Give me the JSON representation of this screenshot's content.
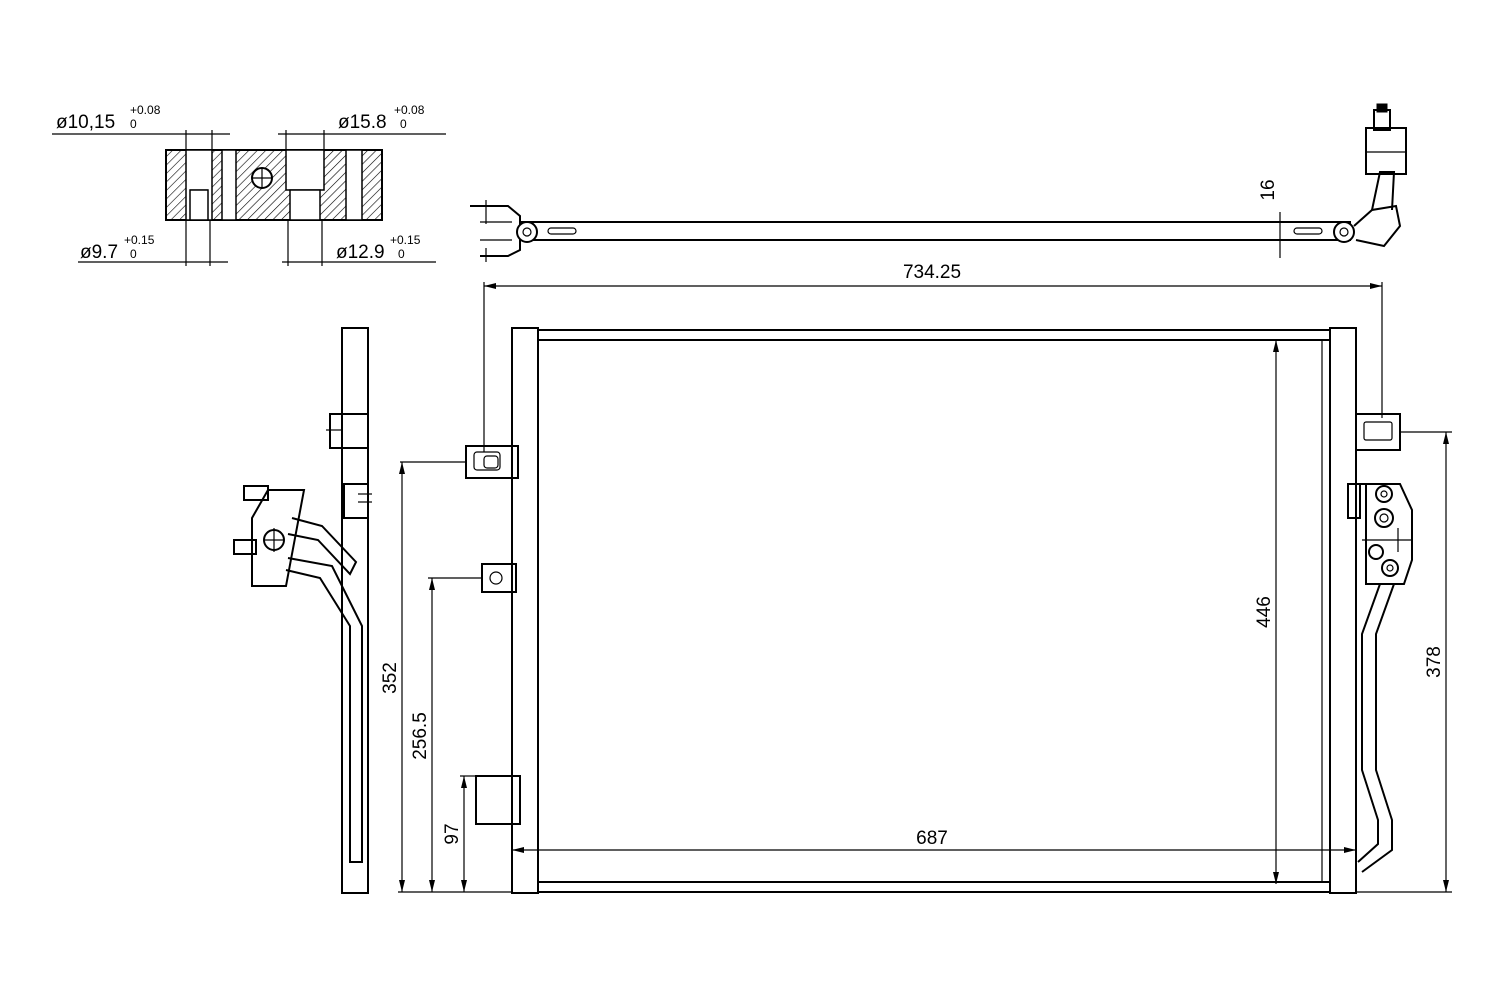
{
  "dimensions": {
    "overall_width": "734.25",
    "core_width": "687",
    "core_height": "446",
    "right_mount_height": "378",
    "thickness": "16",
    "left_mount_upper": "352",
    "left_mount_middle": "256.5",
    "left_mount_lower": "97"
  },
  "flange": {
    "bore_1": {
      "diameter": "ø10,15",
      "tol_upper": "+0.08",
      "tol_lower": "0"
    },
    "bore_2": {
      "diameter": "ø15.8",
      "tol_upper": "+0.08",
      "tol_lower": "0"
    },
    "bore_3": {
      "diameter": "ø9.7",
      "tol_upper": "+0.15",
      "tol_lower": "0"
    },
    "bore_4": {
      "diameter": "ø12.9",
      "tol_upper": "+0.15",
      "tol_lower": "0"
    }
  },
  "colors": {
    "line": "#000000",
    "background": "#ffffff",
    "hatch": "#000000"
  }
}
